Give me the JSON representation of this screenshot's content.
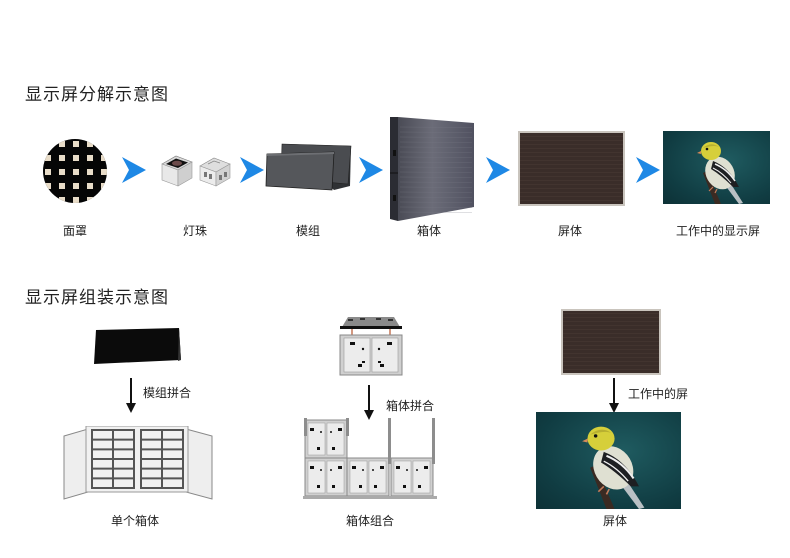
{
  "decomposition": {
    "title": "显示屏分解示意图",
    "steps": [
      {
        "label": "面罩",
        "icon": "mask-icon"
      },
      {
        "label": "灯珠",
        "icon": "led-bead-icon"
      },
      {
        "label": "模组",
        "icon": "module-icon"
      },
      {
        "label": "箱体",
        "icon": "cabinet-icon"
      },
      {
        "label": "屏体",
        "icon": "screen-body-icon"
      },
      {
        "label": "工作中的显示屏",
        "icon": "working-display-icon"
      }
    ],
    "arrow_color": "#1e88e5"
  },
  "assembly": {
    "title": "显示屏组装示意图",
    "columns": [
      {
        "step_label": "模组拼合",
        "result_label": "单个箱体"
      },
      {
        "step_label": "箱体拼合",
        "result_label": "箱体组合"
      },
      {
        "step_label": "工作中的屏",
        "result_label": "屏体"
      }
    ]
  }
}
